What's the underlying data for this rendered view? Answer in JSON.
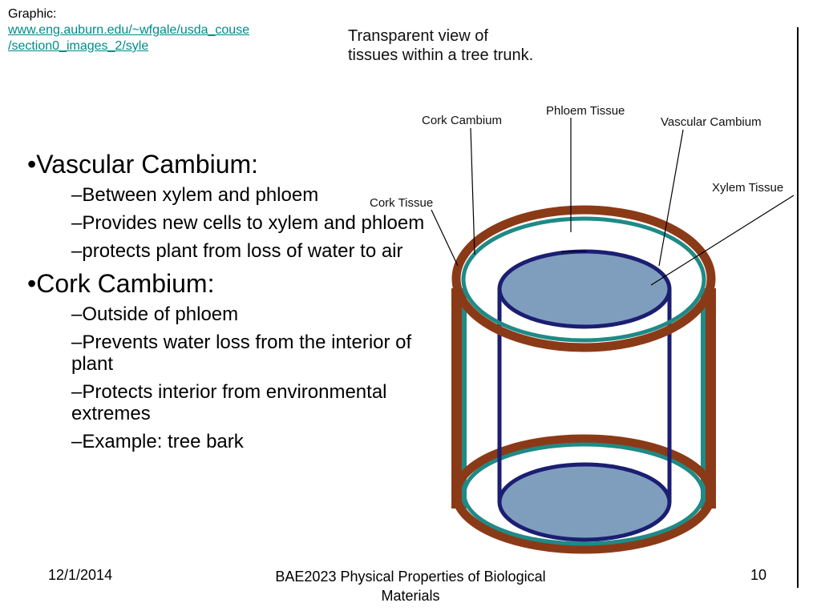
{
  "credit": {
    "label": "Graphic:",
    "link_line1": "www.eng.auburn.edu/~wfgale/usda_couse",
    "link_line2": "/section0_images_2/syle"
  },
  "figure": {
    "title_line1": "Transparent view of",
    "title_line2": "tissues within a tree trunk.",
    "labels": {
      "cork_cambium": "Cork Cambium",
      "phloem_tissue": "Phloem Tissue",
      "vascular_cambium": "Vascular Cambium",
      "xylem_tissue": "Xylem Tissue",
      "cork_tissue": "Cork Tissue"
    },
    "colors": {
      "bark": "#8b3a17",
      "cambium": "#1f8a86",
      "xylem_fill": "#7f9ebd",
      "xylem_edge": "#1b1e72"
    }
  },
  "bullets": [
    {
      "heading": "•Vascular Cambium:",
      "items": [
        "–Between xylem and phloem",
        "–Provides new cells to xylem and phloem",
        "–protects plant from loss of water to air"
      ]
    },
    {
      "heading": "•Cork Cambium:",
      "items": [
        "–Outside of phloem",
        "–Prevents water loss from the interior of plant",
        "–Protects interior from environmental extremes",
        "–Example:  tree bark"
      ]
    }
  ],
  "footer": {
    "date": "12/1/2014",
    "title": "BAE2023 Physical Properties of Biological Materials",
    "page": "10"
  }
}
